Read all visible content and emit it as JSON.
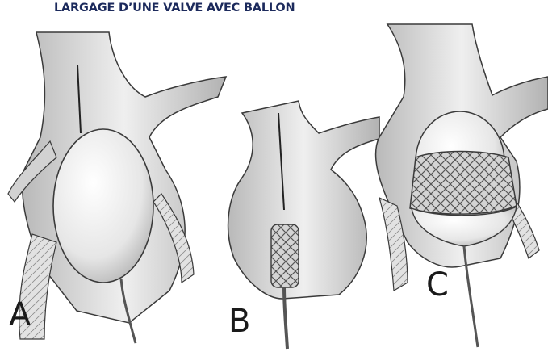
{
  "title": "LARGAGE D’UNE VALVE AVEC BALLON",
  "panels": [
    {
      "label": "A"
    },
    {
      "label": "B"
    },
    {
      "label": "C"
    }
  ],
  "colors": {
    "title": "#1c2a5c",
    "vessel_outline": "#3a3a3a",
    "vessel_fill": "#dcdcdc",
    "balloon_fill": "#ececec"
  }
}
